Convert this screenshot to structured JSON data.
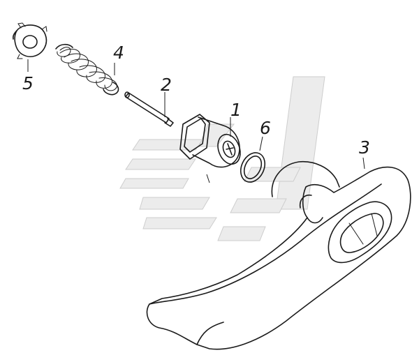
{
  "diagram": {
    "callouts": {
      "part_1": "1",
      "part_2": "2",
      "part_3": "3",
      "part_4": "4",
      "part_5": "5",
      "part_6": "6"
    }
  }
}
